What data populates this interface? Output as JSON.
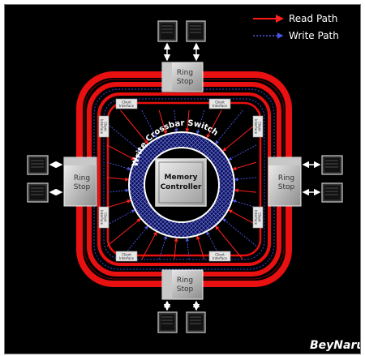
{
  "legend": {
    "read_label": "Read Path",
    "write_label": "Write Path",
    "read_color": "#ff1a1a",
    "write_color": "#2a35c8"
  },
  "ring_stop_label_line1": "Ring",
  "ring_stop_label_line2": "Stop",
  "crossbar_label": "Write Crossbar Switch",
  "memory_controller": {
    "line1": "Memory",
    "line2": "Controller"
  },
  "client_interface_label": "Client Interface",
  "watermark": "BeyNaru"
}
